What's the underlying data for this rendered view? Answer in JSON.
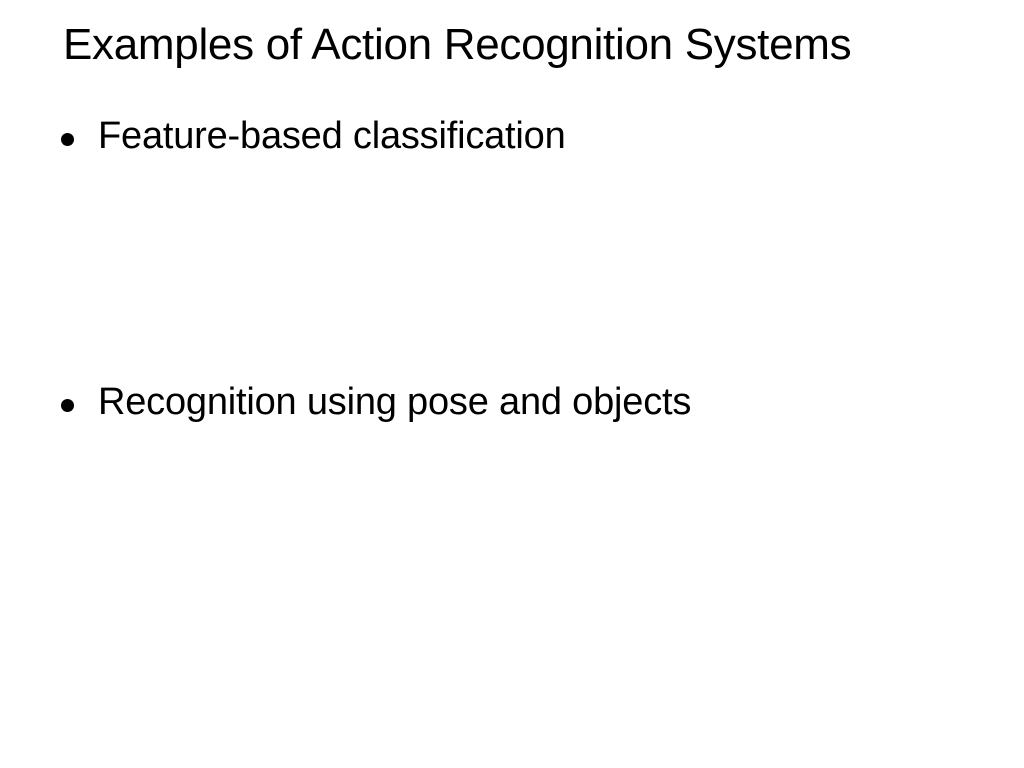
{
  "slide": {
    "title": "Examples of Action Recognition Systems",
    "bullets": [
      {
        "label": "Feature-based classification"
      },
      {
        "label": "Recognition using pose and objects"
      }
    ],
    "icons": {
      "bullet_icon": "filled-circle"
    },
    "colors": {
      "background": "#ffffff",
      "text": "#000000"
    }
  }
}
